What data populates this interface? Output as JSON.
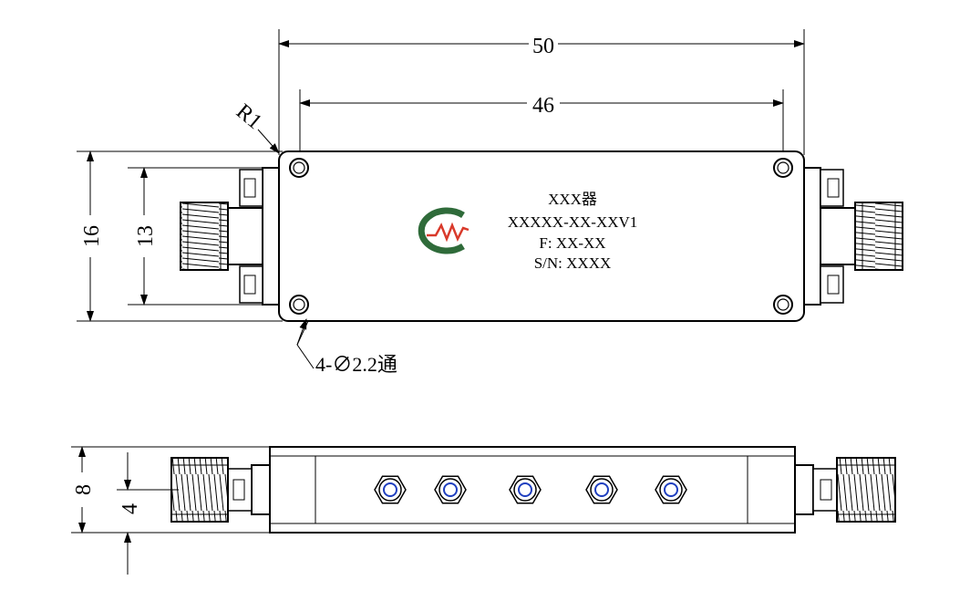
{
  "dimensions": {
    "overall_length": "50",
    "hole_spacing": "46",
    "overall_height": "16",
    "hole_height_spacing": "13",
    "corner_radius": "R1",
    "side_height": "8",
    "connector_center": "4"
  },
  "callouts": {
    "mounting_holes": "4-∅2.2通"
  },
  "label": {
    "line1": "XXX器",
    "line2": "XXXXX-XX-XXV1",
    "line3": "F: XX-XX",
    "line4": "S/N: XXXX"
  },
  "logo": {
    "colors": {
      "ring": "#2f6b3a",
      "wave": "#d93a2b"
    }
  },
  "side_view": {
    "tuning_screw_count": 5
  }
}
